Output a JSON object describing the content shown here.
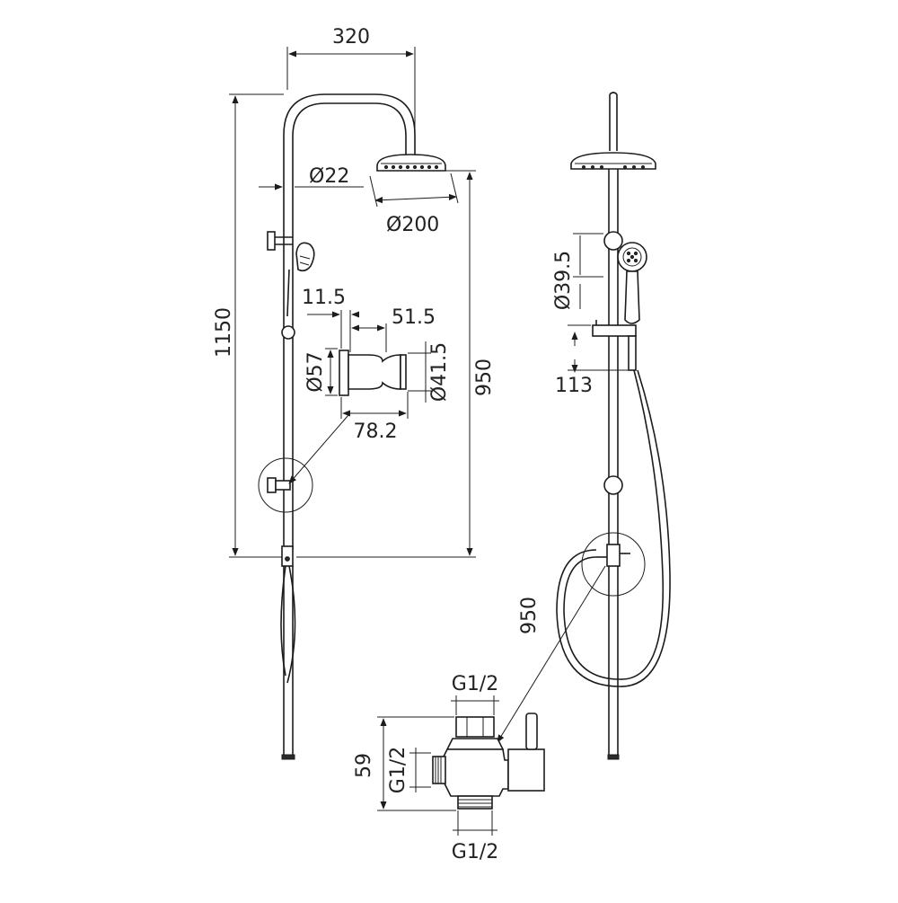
{
  "dimensions": {
    "top_width": "320",
    "total_height": "1150",
    "pipe_diameter": "Ø22",
    "head_diameter": "Ø200",
    "hose_length_left": "950",
    "bracket_offset": "11.5",
    "bracket_depth": "51.5",
    "bracket_base_diameter": "Ø57",
    "bracket_ring_diameter": "Ø41.5",
    "bracket_length": "78.2",
    "handshower_diameter": "Ø39.5",
    "slider_height": "113",
    "hose_length_right": "950",
    "valve_height": "59",
    "thread_top": "G1/2",
    "thread_side": "G1/2",
    "thread_bottom": "G1/2"
  },
  "colors": {
    "line": "#1c1c1c",
    "background": "#ffffff"
  }
}
